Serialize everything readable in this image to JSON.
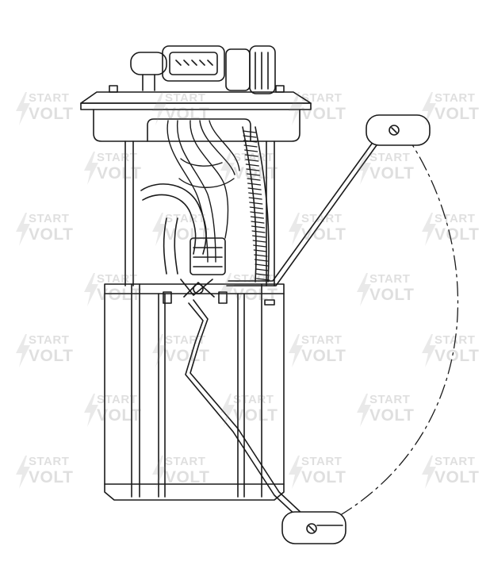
{
  "drawing": {
    "subject": "fuel pump module",
    "line_color": "#1a1a1a",
    "fill_color": "#ffffff"
  },
  "watermark": {
    "line1": "START",
    "line2": "VOLT",
    "color": "#8c8c8c",
    "icon": "lightning-bolt-icon"
  }
}
